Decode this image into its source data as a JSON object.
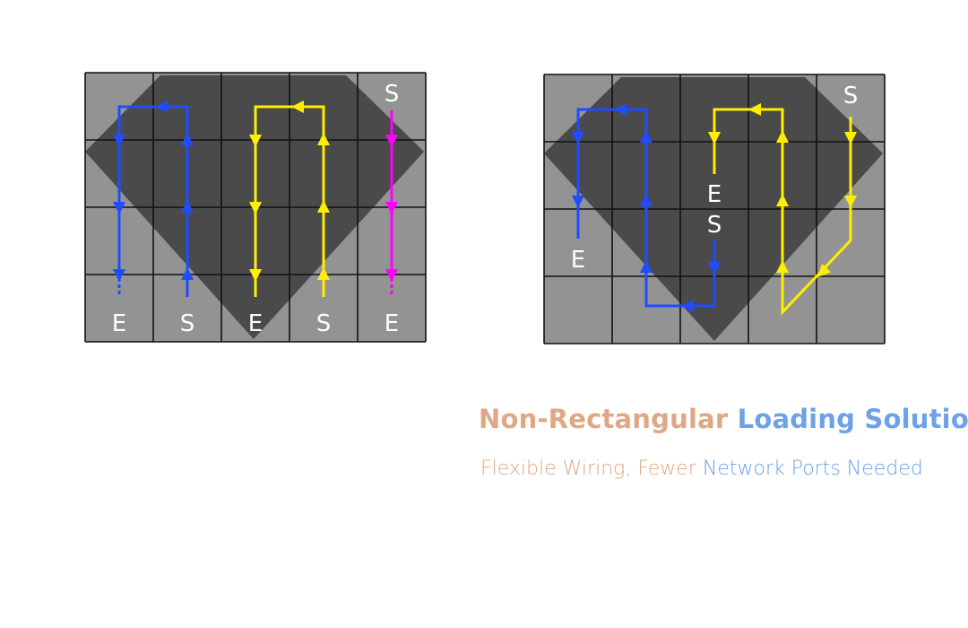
{
  "colors": {
    "blue_path": "#1f4cff",
    "yellow_path": "#ffee00",
    "magenta_path": "#ff00ff",
    "cell": "#939393",
    "shape": "#4a4a4a",
    "title_orange": "#dfa785",
    "title_blue": "#6ea2e6"
  },
  "left_diagram": {
    "labels": {
      "e1": "E",
      "s1": "S",
      "e2": "E",
      "s2": "S",
      "s3": "S",
      "e3": "E"
    }
  },
  "right_diagram": {
    "labels": {
      "e1": "E",
      "e2": "E",
      "s1": "S",
      "s2": "S"
    }
  },
  "title": {
    "part1": "Non-Rectangular",
    "part2": "Loading Solution"
  },
  "subtitle": {
    "part1": "Flexible Wiring, Fewer",
    "part2": "Network Ports Needed"
  }
}
